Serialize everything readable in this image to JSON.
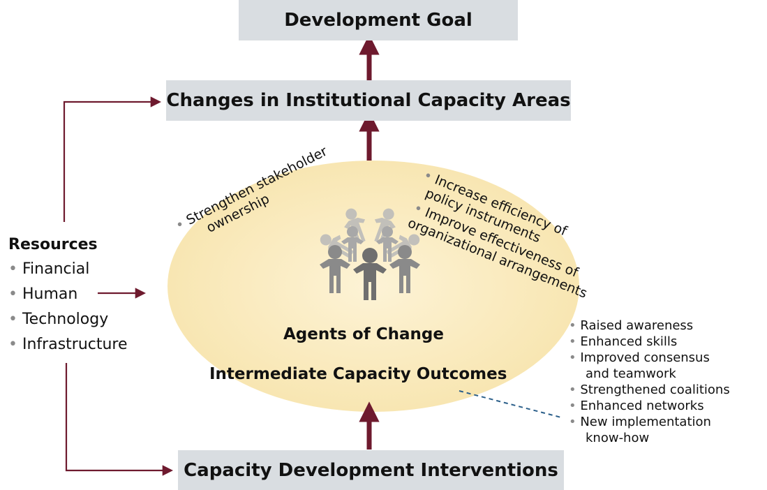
{
  "boxes": {
    "goal": "Development Goal",
    "institutional": "Changes in Institutional Capacity Areas",
    "interventions": "Capacity Development Interventions"
  },
  "resources": {
    "title": "Resources",
    "items": [
      "Financial",
      "Human",
      "Technology",
      "Infrastructure"
    ]
  },
  "ellipse": {
    "agents": "Agents of Change",
    "outcomes": "Intermediate Capacity Outcomes",
    "stakeholder": [
      "Strengthen stakeholder",
      "ownership"
    ],
    "efficiency": [
      "Increase efficiency of",
      "policy instruments"
    ],
    "effectiveness": [
      "Improve effectiveness of",
      "organizational arrangements"
    ]
  },
  "outcomes_list": {
    "items": [
      [
        "Raised awareness"
      ],
      [
        "Enhanced skills"
      ],
      [
        "Improved consensus",
        "and teamwork"
      ],
      [
        "Strengthened coalitions"
      ],
      [
        "Enhanced networks"
      ],
      [
        "New implementation",
        "know-how"
      ]
    ]
  },
  "colors": {
    "arrow": "#6e1a2e",
    "box": "#d9dde1",
    "ellipse": "#fbedc4",
    "dash": "#2b5f8a"
  }
}
